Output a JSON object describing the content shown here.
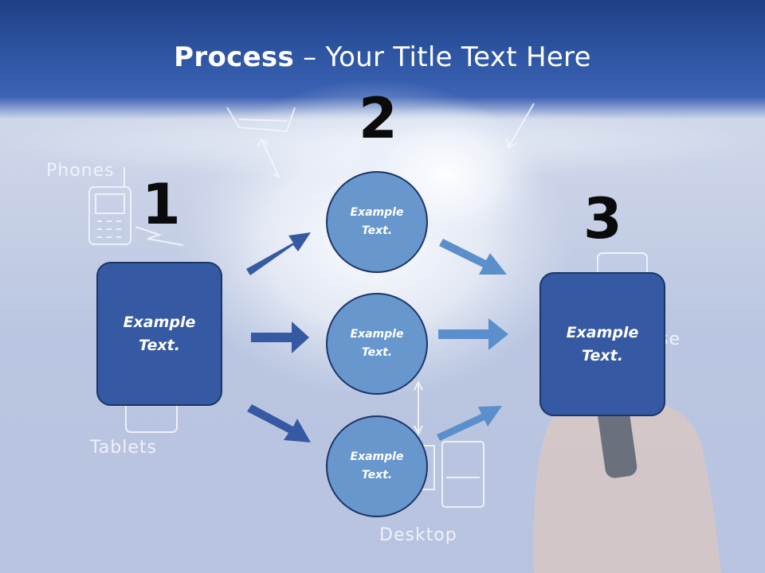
{
  "slide": {
    "title_bold": "Process",
    "title_rest": " – Your Title Text Here"
  },
  "steps": [
    {
      "number": "1",
      "text": "Example\nText."
    },
    {
      "number": "2",
      "items": [
        "Example\nText.",
        "Example\nText.",
        "Example\nText."
      ]
    },
    {
      "number": "3",
      "text": "Example\nText."
    }
  ],
  "background_labels": {
    "phones": "Phones",
    "tablets": "Tablets",
    "desktop": "Desktop",
    "partial": "se"
  },
  "colors": {
    "title_bar": "#2e56a3",
    "box_fill": "#3559a3",
    "circle_fill": "#6797cd",
    "arrow_dark": "#3559a3",
    "arrow_light": "#5b8fcc"
  }
}
